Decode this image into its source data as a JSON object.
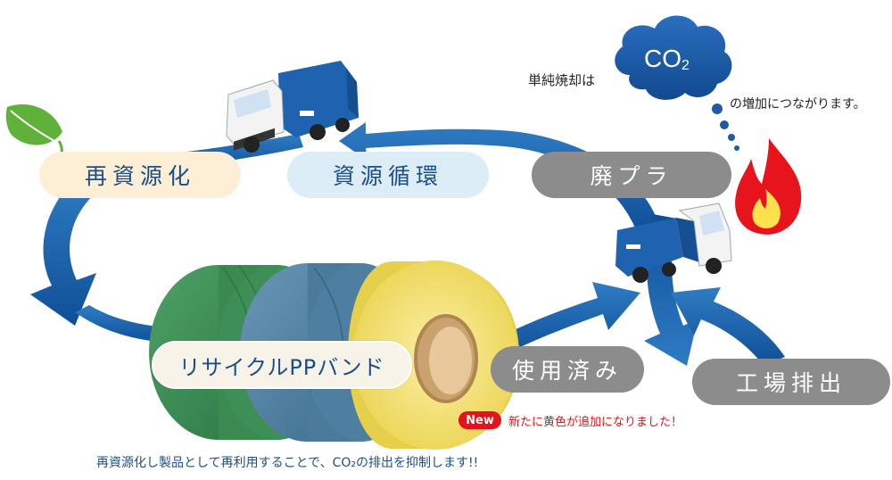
{
  "cycle": {
    "recycle_label": "再資源化",
    "resource_cycle_label": "資源循環",
    "waste_plastic_label": "廃プラ",
    "product_label": "リサイクルPPバンド",
    "used_label": "使用済み",
    "factory_waste_label": "工場排出"
  },
  "co2_note": {
    "prefix": "単純焼却は",
    "cloud_main": "CO",
    "cloud_sub": "2",
    "suffix": "の増加につながります。"
  },
  "new_notice": {
    "badge": "New",
    "text": "新たに黄色が追加になりました！"
  },
  "footer_text": "再資源化し製品として再利用することで、CO₂の排出を抑制します!!",
  "colors": {
    "arrow_blue": "#1e62ad",
    "band_green": "#3e8f57",
    "band_blue": "#4f7fa0",
    "band_yellow": "#f1dc6a",
    "cloud_blue": "#1d5ba8",
    "flame_red": "#e8141b",
    "flame_yellow": "#ffe14d"
  },
  "icons": [
    "leaf-icon",
    "garbage-truck-icon",
    "co2-cloud-icon",
    "flame-icon"
  ]
}
